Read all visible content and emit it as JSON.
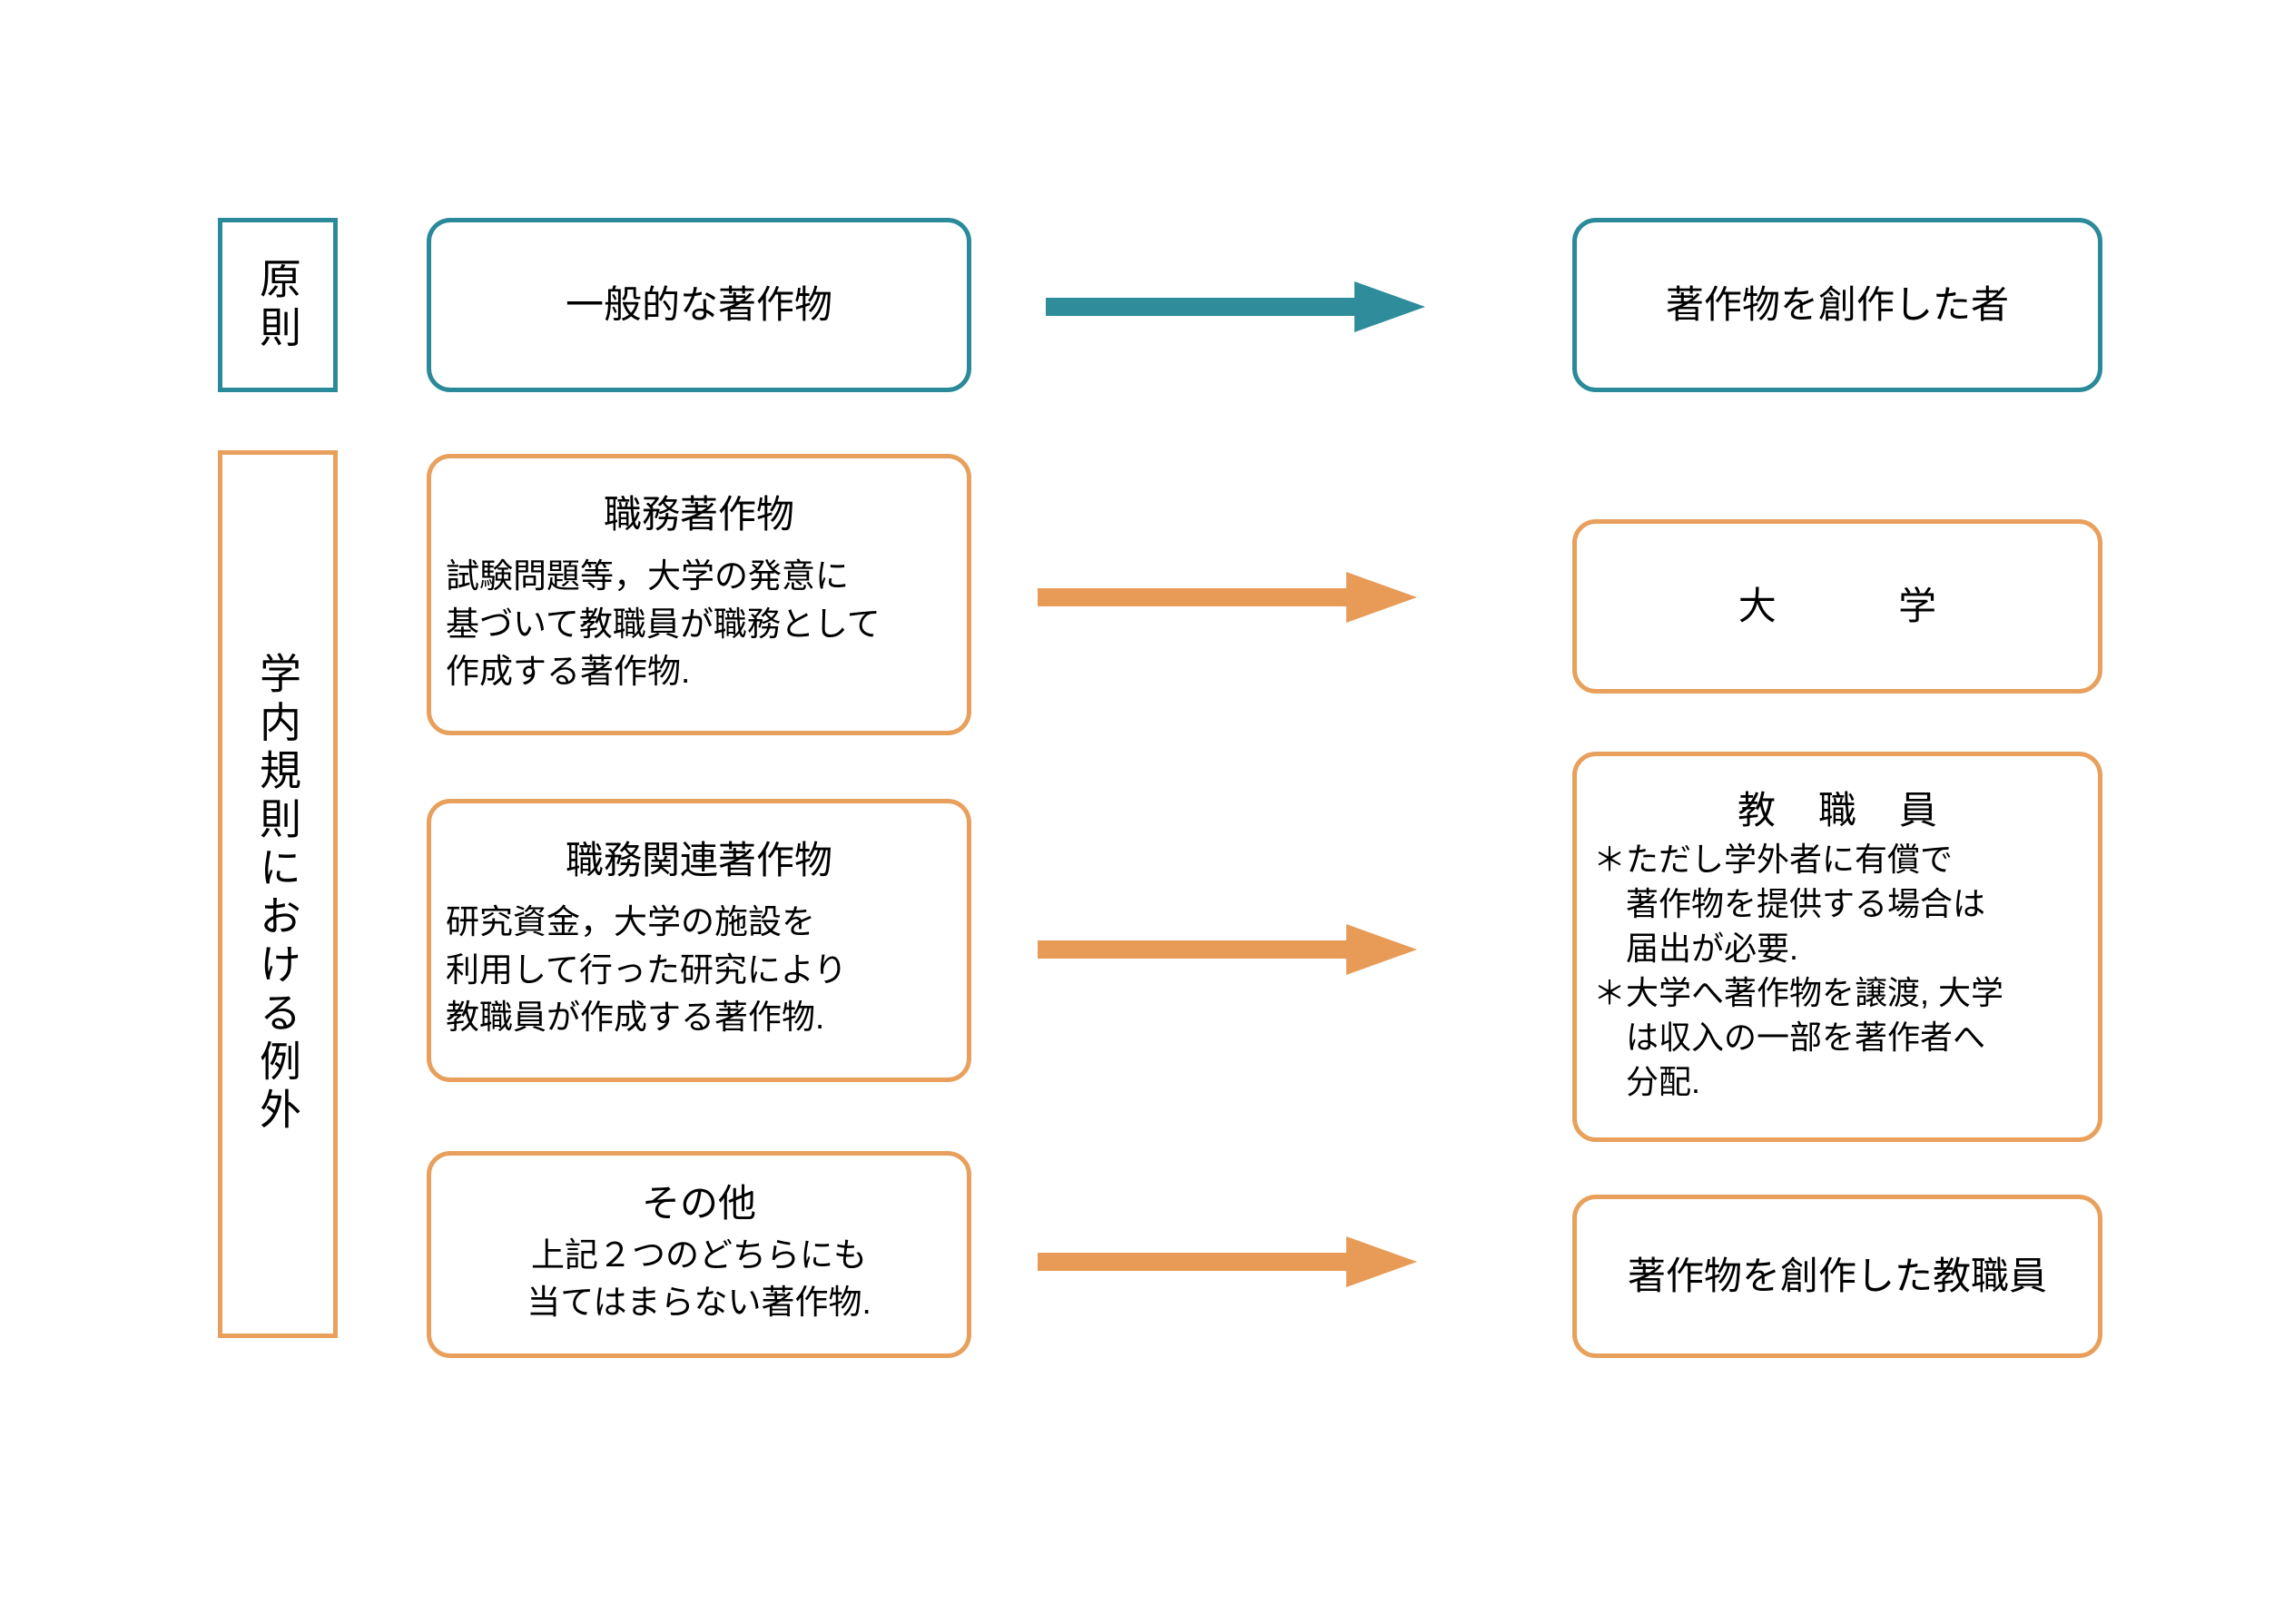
{
  "colors": {
    "teal": "#2A8A99",
    "orange": "#E8A05C",
    "arrow_teal": "#2E8C9B",
    "arrow_orange": "#E89B56",
    "text": "#000000",
    "background": "#FFFFFF"
  },
  "categories": [
    {
      "id": "principle",
      "label": "原則",
      "accent": "teal"
    },
    {
      "id": "exception",
      "label": "学内規則における例外",
      "accent": "orange"
    }
  ],
  "rows": [
    {
      "id": "principle",
      "accent": "teal",
      "source": {
        "heading": "一般的な著作物",
        "body": ""
      },
      "arrow": {
        "color": "#2E8C9B",
        "direction": "right"
      },
      "target": {
        "heading": "著作物を創作した者",
        "body": ""
      }
    },
    {
      "id": "work-made-for-hire",
      "accent": "orange",
      "source": {
        "heading": "職務著作物",
        "body": "試験問題等，大学の発意に\n基づいて教職員が職務として\n作成する著作物."
      },
      "arrow": {
        "color": "#E89B56",
        "direction": "right"
      },
      "target": {
        "heading": "大　学",
        "body": ""
      }
    },
    {
      "id": "work-related",
      "accent": "orange",
      "source": {
        "heading": "職務関連著作物",
        "body": "研究資金，大学の施設を\n利用して行った研究により\n教職員が作成する著作物."
      },
      "arrow": {
        "color": "#E89B56",
        "direction": "right"
      },
      "target": {
        "heading": "教 職 員",
        "body": "＊ただし学外者に有償で\n　著作物を提供する場合は\n　届出が必要.\n＊大学へ著作物を譲渡, 大学\n　は収入の一部を著作者へ\n　分配."
      }
    },
    {
      "id": "other",
      "accent": "orange",
      "source": {
        "heading": "その他",
        "body": "上記２つのどちらにも\n当てはまらない著作物."
      },
      "arrow": {
        "color": "#E89B56",
        "direction": "right"
      },
      "target": {
        "heading": "著作物を創作した教職員",
        "body": ""
      }
    }
  ]
}
